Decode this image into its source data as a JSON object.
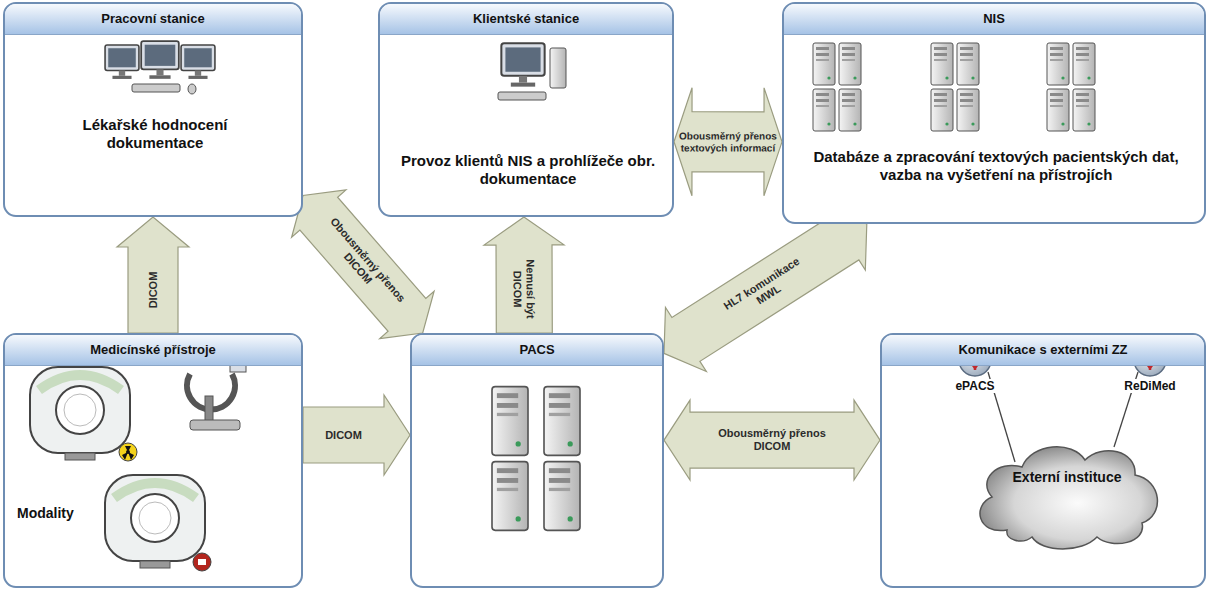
{
  "diagram": {
    "nodes": [
      {
        "text": [
          "Pracovní stanice",
          "Lékařské hodnocení dokumentace"
        ]
      },
      {
        "text": [
          "Klientské stanice",
          "Provoz klientů NIS a prohlížeče obr. dokumentace"
        ]
      },
      {
        "text": [
          "NIS",
          "Databáze a zpracování textových pacientských dat, vazba na vyšetření na přístrojích"
        ]
      },
      {
        "text": [
          "Medicínské přístroje",
          "Modality"
        ]
      },
      {
        "text": [
          "PACS"
        ]
      },
      {
        "text": [
          "Komunikace s externími ZZ"
        ]
      },
      {
        "text": [
          "Externí instituce"
        ],
        "in": 5
      }
    ],
    "edges": [
      {
        "from": 3,
        "to": 0,
        "label": "DICOM",
        "arrow": "to"
      },
      {
        "from": 0,
        "to": 4,
        "label": "Obousměrný přenos DICOM",
        "arrow": "both"
      },
      {
        "from": 4,
        "to": 1,
        "label": "Nemusí být DICOM",
        "arrow": "to"
      },
      {
        "from": 1,
        "to": 2,
        "label": "Obousměrný přenos textových informací",
        "arrow": "both"
      },
      {
        "from": 4,
        "to": 2,
        "label": "HL7 komunikace MWL",
        "arrow": "both"
      },
      {
        "from": 3,
        "to": 4,
        "label": "DICOM",
        "arrow": "to"
      },
      {
        "from": 4,
        "to": 5,
        "label": "Obousměrný přenos DICOM",
        "arrow": "both"
      }
    ],
    "labels": [
      "ePACS",
      "ReDiMed"
    ]
  }
}
